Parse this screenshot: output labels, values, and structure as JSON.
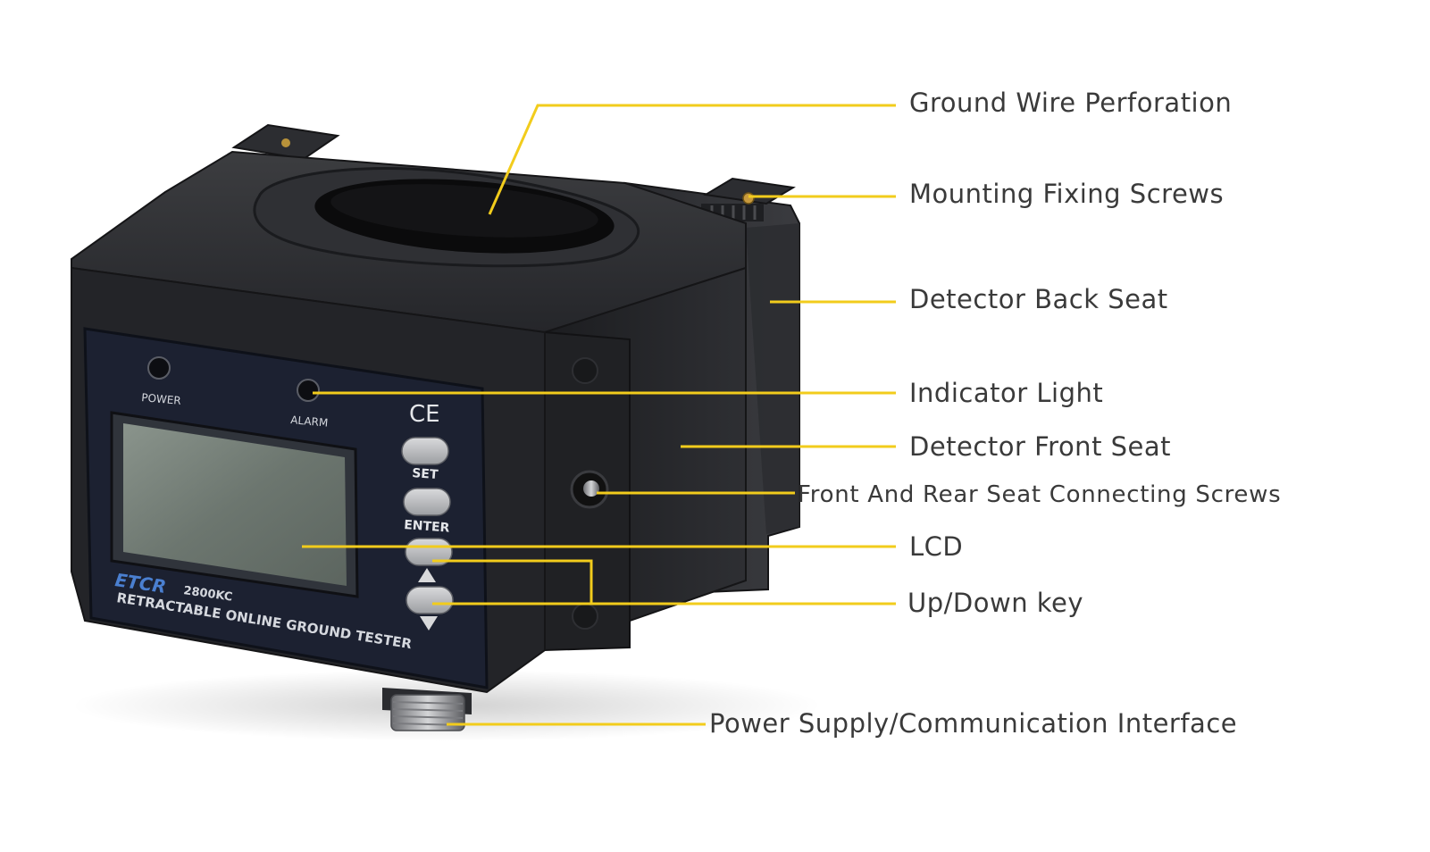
{
  "device": {
    "brand": "ETCR",
    "model": "2800KC",
    "subtitle": "RETRACTABLE ONLINE GROUND TESTER",
    "ce_mark": "CE",
    "power_label": "POWER",
    "alarm_label": "ALARM",
    "set_label": "SET",
    "enter_label": "ENTER"
  },
  "callouts": [
    "Ground Wire Perforation",
    "Mounting Fixing Screws",
    "Detector Back Seat",
    "Indicator Light",
    "Detector Front Seat",
    "Front And Rear Seat Connecting Screws",
    "LCD",
    "Up/Down key",
    "Power Supply/Communication Interface"
  ],
  "colors": {
    "leader": "#f2cc1c",
    "body": "#222325",
    "panel": "#1b2030",
    "label_text": "#3a3a3a"
  }
}
